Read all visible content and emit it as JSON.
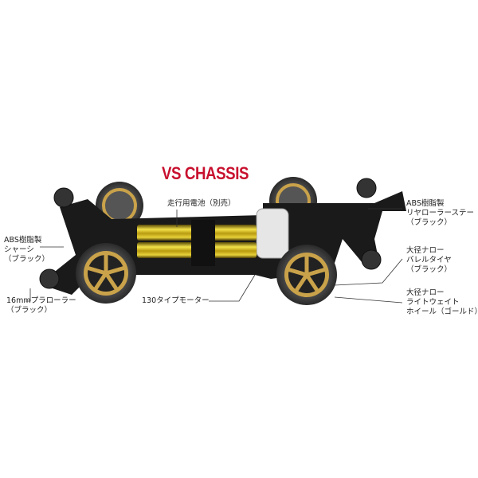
{
  "title": "VS CHASSIS",
  "labels": {
    "battery": {
      "lines": [
        "走行用電池（別売）"
      ]
    },
    "rear_roller_stay": {
      "lines": [
        "ABS樹脂製",
        "リヤローラーステー",
        "（ブラック）"
      ]
    },
    "chassis": {
      "lines": [
        "ABS樹脂製",
        "シャーシ",
        "（ブラック）"
      ]
    },
    "tire": {
      "lines": [
        "大径ナロー",
        "バレルタイヤ",
        "（ブラック）"
      ]
    },
    "roller": {
      "lines": [
        "16mmプラローラー",
        "（ブラック）"
      ]
    },
    "motor": {
      "lines": [
        "130タイプモーター"
      ]
    },
    "wheel": {
      "lines": [
        "大径ナロー",
        "ライトウェイト",
        "ホイール（ゴールド）"
      ]
    }
  },
  "colors": {
    "title": "#c8102e",
    "gold": "#c9a24a",
    "battery": "#d8c21a",
    "chassis": "#1a1a1a"
  }
}
